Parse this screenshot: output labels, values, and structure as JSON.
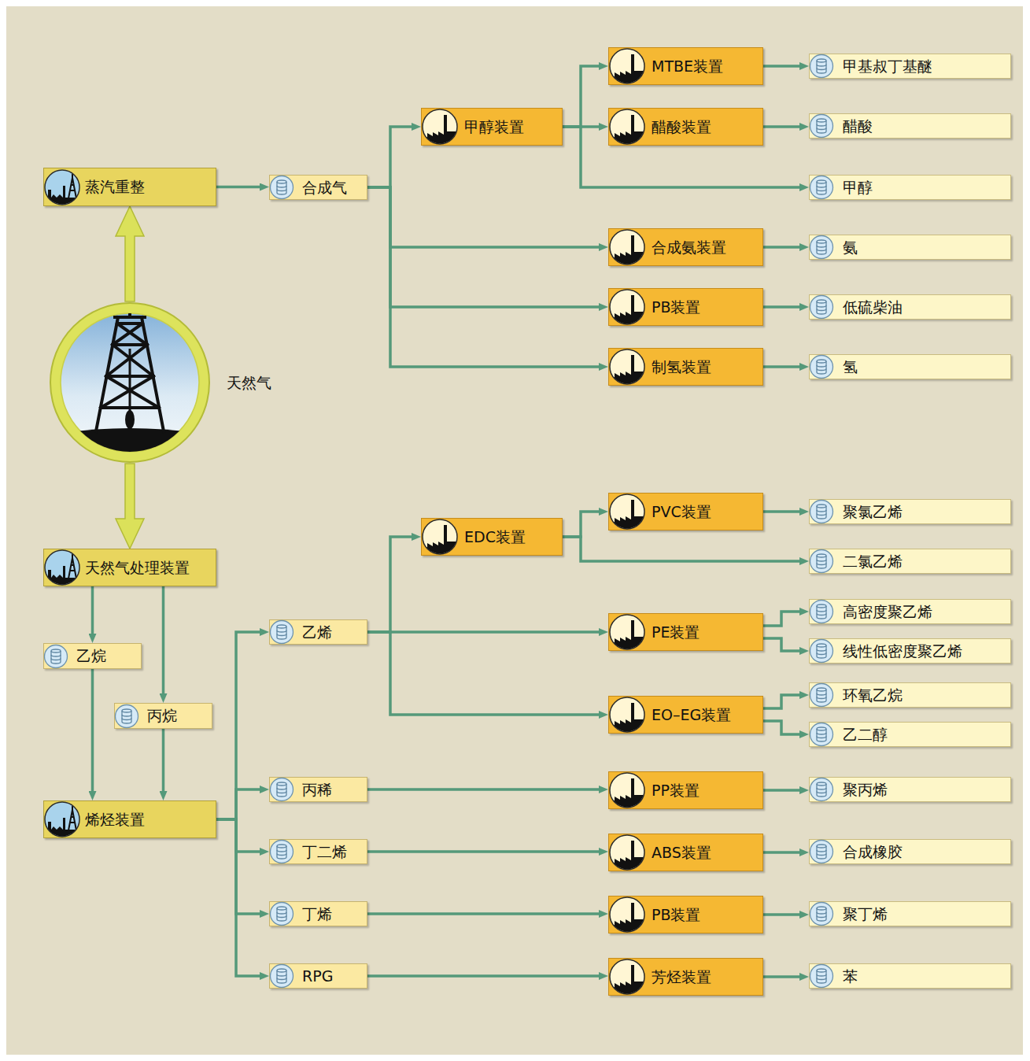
{
  "diagram": {
    "nodes": [
      {
        "text": [
          "蒸汽重整"
        ]
      },
      {
        "text": [
          "合成气"
        ]
      },
      {
        "text": [
          "甲醇装置"
        ]
      },
      {
        "text": [
          "MTBE装置"
        ]
      },
      {
        "text": [
          "甲基叔丁基醚"
        ]
      },
      {
        "text": [
          "醋酸装置"
        ]
      },
      {
        "text": [
          "醋酸"
        ]
      },
      {
        "text": [
          "甲醇"
        ]
      },
      {
        "text": [
          "合成氨装置"
        ]
      },
      {
        "text": [
          "氨"
        ]
      },
      {
        "text": [
          "PB装置"
        ]
      },
      {
        "text": [
          "低硫柴油"
        ]
      },
      {
        "text": [
          "制氢装置"
        ]
      },
      {
        "text": [
          "氢"
        ]
      },
      {
        "text": [
          "天然气"
        ]
      },
      {
        "text": [
          "天然气处理装置"
        ]
      },
      {
        "text": [
          "乙烷"
        ]
      },
      {
        "text": [
          "丙烷"
        ]
      },
      {
        "text": [
          "烯烃装置"
        ]
      },
      {
        "text": [
          "乙烯"
        ]
      },
      {
        "text": [
          "EDC装置"
        ]
      },
      {
        "text": [
          "PVC装置"
        ]
      },
      {
        "text": [
          "聚氯乙烯"
        ]
      },
      {
        "text": [
          "二氯乙烯"
        ]
      },
      {
        "text": [
          "PE装置"
        ]
      },
      {
        "text": [
          "高密度聚乙烯"
        ]
      },
      {
        "text": [
          "线性低密度聚乙烯"
        ]
      },
      {
        "text": [
          "EO–EG装置"
        ]
      },
      {
        "text": [
          "环氧乙烷"
        ]
      },
      {
        "text": [
          "乙二醇"
        ]
      },
      {
        "text": [
          "丙稀"
        ]
      },
      {
        "text": [
          "PP装置"
        ]
      },
      {
        "text": [
          "聚丙烯"
        ]
      },
      {
        "text": [
          "丁二烯"
        ]
      },
      {
        "text": [
          "ABS装置"
        ]
      },
      {
        "text": [
          "合成橡胶"
        ]
      },
      {
        "text": [
          "丁烯"
        ]
      },
      {
        "text": [
          "PB装置"
        ]
      },
      {
        "text": [
          "聚丁烯"
        ]
      },
      {
        "text": [
          "RPG"
        ]
      },
      {
        "text": [
          "芳烃装置"
        ]
      },
      {
        "text": [
          "苯"
        ]
      }
    ],
    "edges": [
      {
        "from": 14,
        "to": 0,
        "arrow": "to"
      },
      {
        "from": 0,
        "to": 1,
        "arrow": "to"
      },
      {
        "from": 1,
        "to": 2,
        "arrow": "to"
      },
      {
        "from": 2,
        "to": 3,
        "arrow": "to"
      },
      {
        "from": 3,
        "to": 4,
        "arrow": "to"
      },
      {
        "from": 2,
        "to": 5,
        "arrow": "to"
      },
      {
        "from": 5,
        "to": 6,
        "arrow": "to"
      },
      {
        "from": 2,
        "to": 7,
        "arrow": "to"
      },
      {
        "from": 1,
        "to": 8,
        "arrow": "to"
      },
      {
        "from": 8,
        "to": 9,
        "arrow": "to"
      },
      {
        "from": 1,
        "to": 10,
        "arrow": "to"
      },
      {
        "from": 10,
        "to": 11,
        "arrow": "to"
      },
      {
        "from": 1,
        "to": 12,
        "arrow": "to"
      },
      {
        "from": 12,
        "to": 13,
        "arrow": "to"
      },
      {
        "from": 14,
        "to": 15,
        "arrow": "to"
      },
      {
        "from": 15,
        "to": 16,
        "arrow": "to"
      },
      {
        "from": 15,
        "to": 17,
        "arrow": "to"
      },
      {
        "from": 16,
        "to": 18,
        "arrow": "to"
      },
      {
        "from": 17,
        "to": 18,
        "arrow": "to"
      },
      {
        "from": 18,
        "to": 19,
        "arrow": "to"
      },
      {
        "from": 18,
        "to": 30,
        "arrow": "to"
      },
      {
        "from": 18,
        "to": 33,
        "arrow": "to"
      },
      {
        "from": 18,
        "to": 36,
        "arrow": "to"
      },
      {
        "from": 18,
        "to": 39,
        "arrow": "to"
      },
      {
        "from": 19,
        "to": 20,
        "arrow": "to"
      },
      {
        "from": 20,
        "to": 21,
        "arrow": "to"
      },
      {
        "from": 21,
        "to": 22,
        "arrow": "to"
      },
      {
        "from": 20,
        "to": 23,
        "arrow": "to"
      },
      {
        "from": 19,
        "to": 24,
        "arrow": "to"
      },
      {
        "from": 24,
        "to": 25,
        "arrow": "to"
      },
      {
        "from": 24,
        "to": 26,
        "arrow": "to"
      },
      {
        "from": 19,
        "to": 27,
        "arrow": "to"
      },
      {
        "from": 27,
        "to": 28,
        "arrow": "to"
      },
      {
        "from": 27,
        "to": 29,
        "arrow": "to"
      },
      {
        "from": 30,
        "to": 31,
        "arrow": "to"
      },
      {
        "from": 31,
        "to": 32,
        "arrow": "to"
      },
      {
        "from": 33,
        "to": 34,
        "arrow": "to"
      },
      {
        "from": 34,
        "to": 35,
        "arrow": "to"
      },
      {
        "from": 36,
        "to": 37,
        "arrow": "to"
      },
      {
        "from": 37,
        "to": 38,
        "arrow": "to"
      },
      {
        "from": 39,
        "to": 40,
        "arrow": "to"
      },
      {
        "from": 40,
        "to": 41,
        "arrow": "to"
      }
    ]
  }
}
